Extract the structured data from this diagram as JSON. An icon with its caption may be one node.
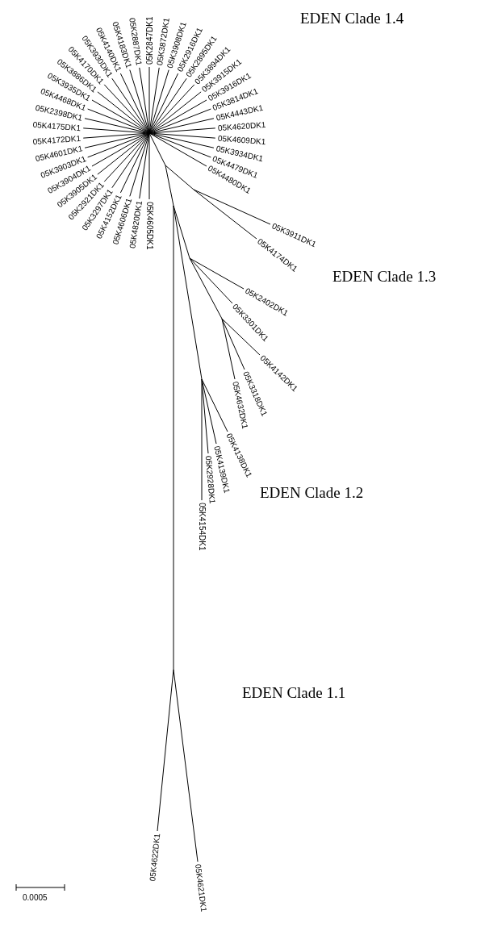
{
  "diagram": {
    "labels": [
      "EDEN Clade 1.4",
      "05K4140DK1",
      "05K3930DK1",
      "05K4170DK1",
      "05K3886DK1",
      "05K3935DK1",
      "05K4468DK1",
      "05K2398DK1",
      "05K4175DK1",
      "05K4172DK1",
      "05K4601DK1",
      "05K3903DK1",
      "05K3904DK1",
      "05K3905DK1",
      "05K2921DK1",
      "05K3297DK1",
      "05K4152DK1",
      "05K4606DK1",
      "05K4820DK1",
      "05K4605DK1",
      "05K4183DK1",
      "05K2887DK1",
      "05K2847DK1",
      "05K3872DK1",
      "05K3908DK1",
      "05K2916DK1",
      "05K2895DK1",
      "05K3894DK1",
      "05K3915DK1",
      "05K3916DK1",
      "05K3814DK1",
      "05K4443DK1",
      "05K4620DK1",
      "05K4609DK1",
      "05K3934DK1",
      "05K4479DK1",
      "05K4480DK1",
      "EDEN Clade 1.3",
      "05K3911DK1",
      "05K4174DK1",
      "05K2402DK1",
      "05K3301DK1",
      "05K4142DK1",
      "05K3318DK1",
      "05K4632DK1",
      "EDEN Clade 1.2",
      "05K4138DK1",
      "05K4139DK1",
      "05K2928DK1",
      "05K4154DK1",
      "EDEN Clade 1.1",
      "05K4622DK1",
      "05K4621DK1",
      "0.0005"
    ]
  }
}
